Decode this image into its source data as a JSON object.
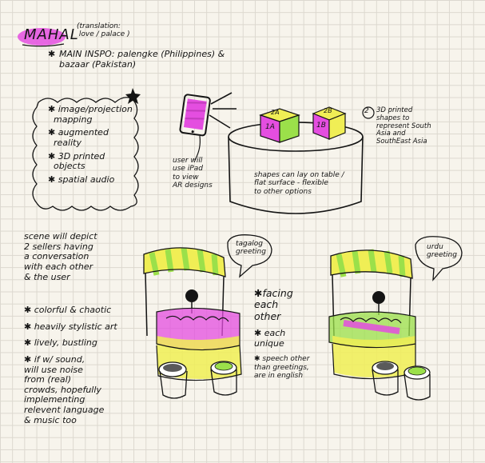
{
  "header": {
    "title": "MAHAL",
    "translation": "(translation:\n love / palace )",
    "inspo_bullet": "✱",
    "inspo": "MAIN INSPO: palengke (Philippines) &\nbazaar (Pakistan)"
  },
  "tech_box": {
    "items": [
      "image/projection\n  mapping",
      "augmented\n  reality",
      "3D printed\n  objects",
      "spatial audio"
    ],
    "bullet": "✱"
  },
  "ar_section": {
    "ipad_note": "user will\nuse iPad\nto view\nAR designs",
    "cube_a": "1A",
    "cube_b": "1B",
    "cube_top_a": "2A",
    "cube_top_b": "2B",
    "table_note": "shapes can lay on table /\nflat surface - flexible\nto other options",
    "shapes_num": "2",
    "shapes_note": "3D printed\nshapes to\nrepresent South\nAsia and\nSouthEast Asia"
  },
  "scene": {
    "description": "scene will depict\n2 sellers having\na conversation\nwith each other\n& the user",
    "bullets": [
      "colorful & chaotic",
      "heavily stylistic art",
      "lively, bustling",
      "if w/ sound,\nwill use noise\nfrom (real)\ncrowds, hopefully\nimplementing\nrelevent language\n& music too"
    ],
    "bullet": "✱",
    "stall_left_bubble": "tagalog\ngreeting",
    "stall_right_bubble": "urdu\ngreeting",
    "notes": [
      "facing\neach\nother",
      "each\nunique",
      "speech other\nthan greetings,\nare in english"
    ]
  },
  "colors": {
    "paper": "#f7f4ec",
    "grid": "#dcd8cf",
    "ink": "#141414",
    "magenta": "#e44ee0",
    "yellow": "#f0ee55",
    "green": "#9be04a"
  }
}
